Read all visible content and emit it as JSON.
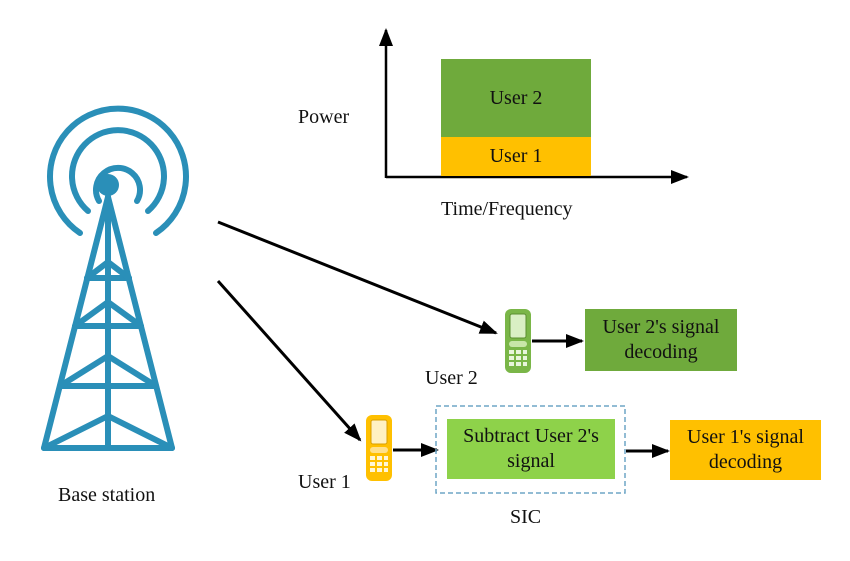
{
  "power_chart": {
    "y_label": "Power",
    "x_label": "Time/Frequency",
    "bar_user2": "User 2",
    "bar_user1": "User 1"
  },
  "base_station": {
    "label": "Base station"
  },
  "user2": {
    "label": "User 2",
    "decode_box_line1": "User 2's signal",
    "decode_box_line2": "decoding"
  },
  "user1": {
    "label": "User 1",
    "subtract_line1": "Subtract User 2's",
    "subtract_line2": "signal",
    "sic_label": "SIC",
    "decode_box_line1": "User 1's signal",
    "decode_box_line2": "decoding"
  },
  "colors": {
    "tower": "#2a8fb8",
    "user2_green": "#6faa3c",
    "user1_yellow": "#ffc000",
    "subtract_green": "#8ed24a",
    "phone_green": "#7ab648",
    "phone_yellow": "#ffc000",
    "sic_dash": "#6ea6c6"
  }
}
